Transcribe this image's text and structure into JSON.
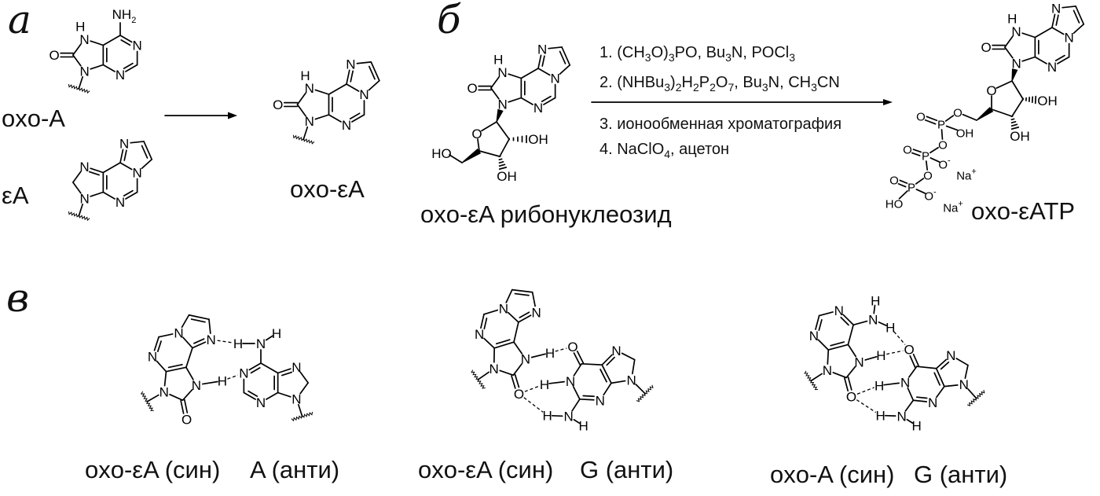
{
  "panels": {
    "a": "а",
    "b": "б",
    "c": "в"
  },
  "labels": {
    "oxoA": "oxo-A",
    "epsA": "εA",
    "oxoEpsA": "oxo-εA",
    "nucleoside": "oxo-εA рибонуклеозид",
    "atp": "oxo-εATP"
  },
  "conditions": [
    [
      [
        "1. (CH",
        ""
      ],
      [
        "3",
        "sub"
      ],
      [
        "O)",
        ""
      ],
      [
        "3",
        "sub"
      ],
      [
        "PO, Bu",
        ""
      ],
      [
        "3",
        "sub"
      ],
      [
        "N, POCl",
        ""
      ],
      [
        "3",
        "sub"
      ]
    ],
    [
      [
        "2. (NHBu",
        ""
      ],
      [
        "3",
        "sub"
      ],
      [
        ")",
        ""
      ],
      [
        "2",
        "sub"
      ],
      [
        "H",
        ""
      ],
      [
        "2",
        "sub"
      ],
      [
        "P",
        ""
      ],
      [
        "2",
        "sub"
      ],
      [
        "O",
        ""
      ],
      [
        "7",
        "sub"
      ],
      [
        ", Bu",
        ""
      ],
      [
        "3",
        "sub"
      ],
      [
        "N, CH",
        ""
      ],
      [
        "3",
        "sub"
      ],
      [
        "CN",
        ""
      ]
    ],
    [
      [
        "3. ионообменная хроматография",
        ""
      ]
    ],
    [
      [
        "4. NaClO",
        ""
      ],
      [
        "4",
        "sub"
      ],
      [
        ", ацетон",
        ""
      ]
    ]
  ],
  "pairs": [
    {
      "left": "oxo-εA (син)",
      "right": "A (анти)"
    },
    {
      "left": "oxo-εA (син)",
      "right": "G (анти)"
    },
    {
      "left": "oxo-A (син)",
      "right": "G (анти)"
    }
  ],
  "atoms": {
    "N": "N",
    "O": "O",
    "H": "H",
    "P": "P",
    "NH": "NH",
    "HO": "HO",
    "OH": "OH",
    "Na": "Na",
    "two": "2",
    "plus": "+",
    "minus": "-"
  }
}
